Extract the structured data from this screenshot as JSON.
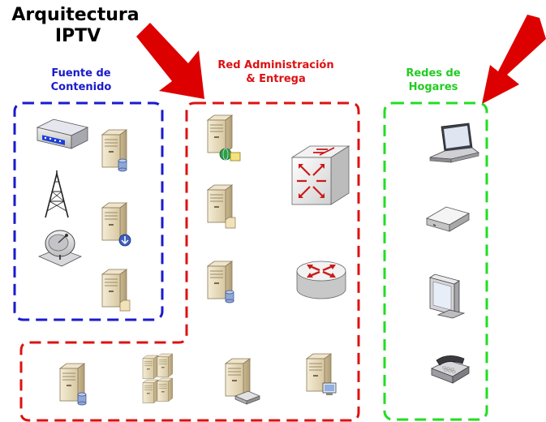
{
  "title": {
    "line1": "Arquitectura",
    "line2": "IPTV"
  },
  "sections": {
    "content_source": {
      "line1": "Fuente de",
      "line2": "Contenido",
      "color": "#1a1acc"
    },
    "delivery_network": {
      "line1": "Red Administración",
      "line2": "& Entrega",
      "color": "#dd1111"
    },
    "home_networks": {
      "line1": "Redes de",
      "line2": "Hogares",
      "color": "#22dd22"
    }
  },
  "colors": {
    "arrow": "#dd0000",
    "server": "#e8dcc0",
    "server_dark": "#c9b892"
  },
  "icons": [
    "satellite-receiver-icon",
    "tower-antenna-icon",
    "satellite-dish-icon",
    "database-server-icon",
    "server-download-icon",
    "server-folder-icon",
    "web-server-icon",
    "file-server-icon",
    "storage-server-icon",
    "multilayer-switch-icon",
    "router-icon",
    "server-cluster-icon",
    "print-server-icon",
    "workstation-server-icon",
    "laptop-icon",
    "set-top-box-icon",
    "monitor-icon",
    "telephone-icon"
  ]
}
